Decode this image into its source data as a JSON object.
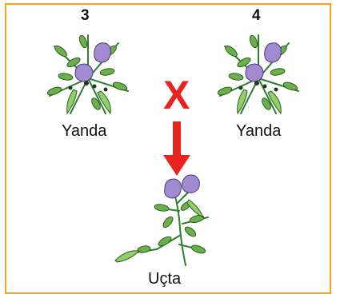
{
  "parents": [
    {
      "number": "3",
      "label": "Yanda"
    },
    {
      "number": "4",
      "label": "Yanda"
    }
  ],
  "cross_symbol": "X",
  "offspring": {
    "label": "Uçta"
  },
  "colors": {
    "border": "#f5a524",
    "arrow": "#e8241f",
    "flower": "#a18ad0",
    "leaf": "#6ab04c",
    "pod": "#8fd06a",
    "stem": "#2e7d32"
  }
}
